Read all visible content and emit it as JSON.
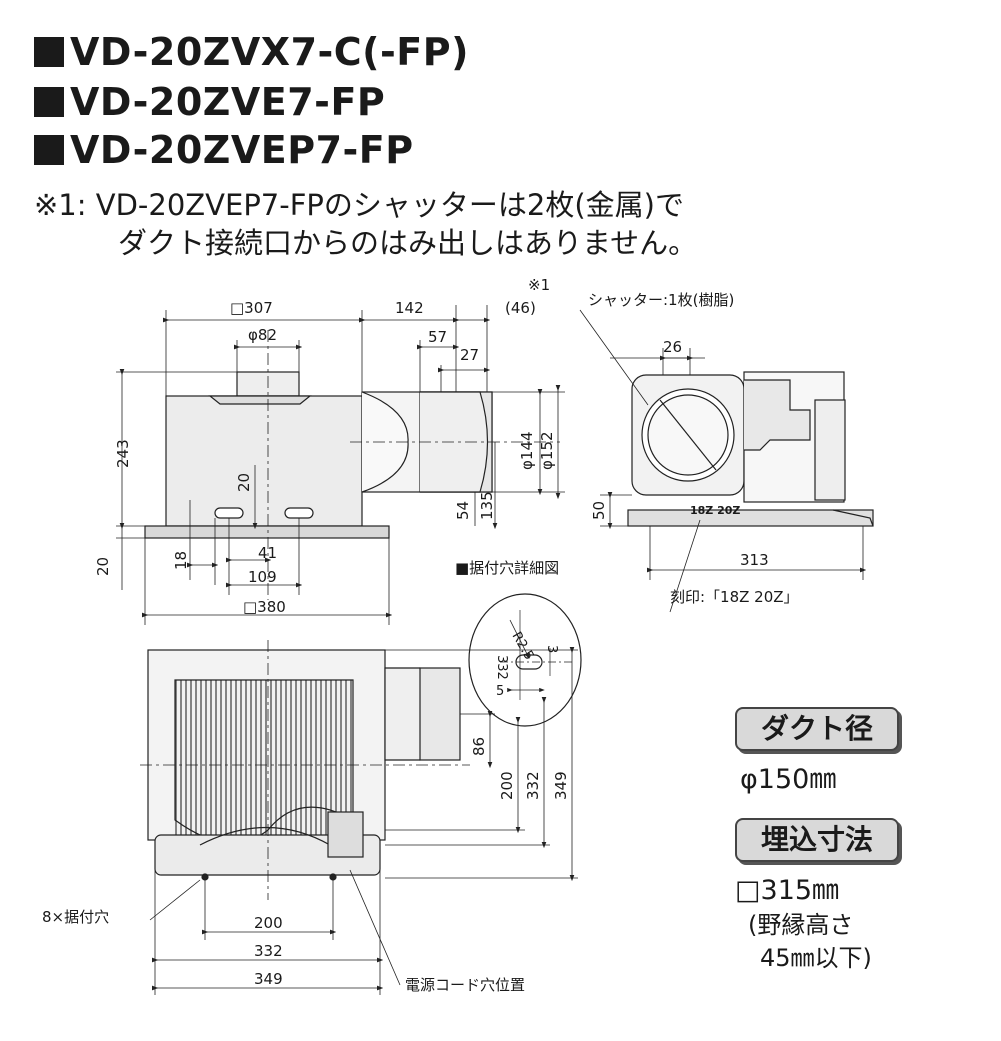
{
  "models": [
    "VD-20ZVX7-C(-FP)",
    "VD-20ZVE7-FP",
    "VD-20ZVEP7-FP"
  ],
  "note": {
    "mark": "※1:",
    "line1": "VD-20ZVEP7-FPのシャッターは2枚(金属)で",
    "line2": "ダクト接続口からのはみ出しはありません。"
  },
  "front_view": {
    "mark_note": "※1",
    "dims": {
      "width_top": "□307",
      "phi82": "φ82",
      "d142": "142",
      "d46": "(46)",
      "d57": "57",
      "d27": "27",
      "d243": "243",
      "phi144": "φ144",
      "phi152": "φ152",
      "d20v": "20",
      "d54": "54",
      "d135": "135",
      "d20b": "20",
      "d18": "18",
      "d41": "41",
      "d109": "109",
      "width_bottom": "□380"
    }
  },
  "side_view": {
    "shutter_label": "シャッター:1枚(樹脂)",
    "d26": "26",
    "d50": "50",
    "stamp_text": "18Z 20Z",
    "d313": "313",
    "stamp_label": "刻印:「18Z 20Z」"
  },
  "detail": {
    "title": "■据付穴詳細図",
    "r": "R2.5",
    "d332": "332",
    "d3": "3",
    "d5": "5"
  },
  "bottom_view": {
    "d86": "86",
    "d200v": "200",
    "d332v": "332",
    "d349v": "349",
    "mount_holes": "8×据付穴",
    "d200h": "200",
    "d332h": "332",
    "d349h": "349",
    "cord_label": "電源コード穴位置"
  },
  "specs": {
    "duct_title": "ダクト径",
    "duct_value": "φ150㎜",
    "embed_title": "埋込寸法",
    "embed_value": "□315㎜",
    "embed_note1": "(野縁高さ",
    "embed_note2": "45㎜以下)"
  }
}
